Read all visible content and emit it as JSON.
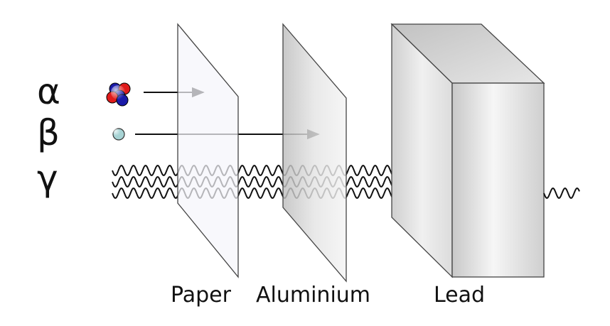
{
  "radiation": {
    "alpha": "α",
    "beta": "β",
    "gamma": "γ"
  },
  "materials": {
    "paper": "Paper",
    "aluminium": "Aluminium",
    "lead": "Lead"
  },
  "colors": {
    "proton": "#e01b1b",
    "neutron": "#1a1aa8",
    "electron": "#a7d3d4",
    "ink": "#111111"
  }
}
